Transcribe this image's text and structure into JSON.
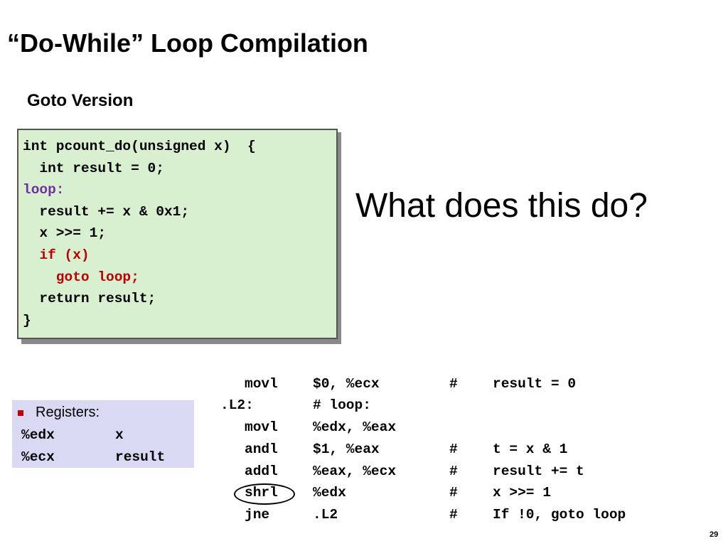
{
  "slide": {
    "title": "“Do-While” Loop Compilation",
    "subtitle": "Goto Version",
    "question": "What does this do?",
    "page_number": "29"
  },
  "code": {
    "lines": [
      "int pcount_do(unsigned x)  {",
      "  int result = 0;",
      "loop:",
      "  result += x & 0x1;",
      "  x >>= 1;",
      "  if (x)",
      "    goto loop;",
      "  return result;",
      "}"
    ]
  },
  "registers": {
    "title": "Registers:",
    "rows": [
      {
        "reg": "%edx",
        "use": "x"
      },
      {
        "reg": "%ecx",
        "use": "result"
      }
    ]
  },
  "assembly": {
    "rows": [
      {
        "label": "",
        "op": "movl",
        "args": "$0, %ecx",
        "hash": "#",
        "comment": "result = 0"
      },
      {
        "label": ".L2:",
        "op": "",
        "args": "# loop:",
        "hash": "",
        "comment": ""
      },
      {
        "label": "",
        "op": "movl",
        "args": "%edx, %eax",
        "hash": "",
        "comment": ""
      },
      {
        "label": "",
        "op": "andl",
        "args": "$1, %eax",
        "hash": "#",
        "comment": "t = x & 1"
      },
      {
        "label": "",
        "op": "addl",
        "args": "%eax, %ecx",
        "hash": "#",
        "comment": "result += t"
      },
      {
        "label": "",
        "op": "shrl",
        "args": "%edx",
        "hash": "#",
        "comment": "x >>= 1"
      },
      {
        "label": "",
        "op": "jne",
        "args": ".L2",
        "hash": "#",
        "comment": "If !0, goto loop"
      }
    ]
  },
  "colors": {
    "code_background": "#d8efd0",
    "register_background": "#d9d9f3",
    "highlight_red": "#c00000",
    "label_purple": "#7030a0"
  }
}
